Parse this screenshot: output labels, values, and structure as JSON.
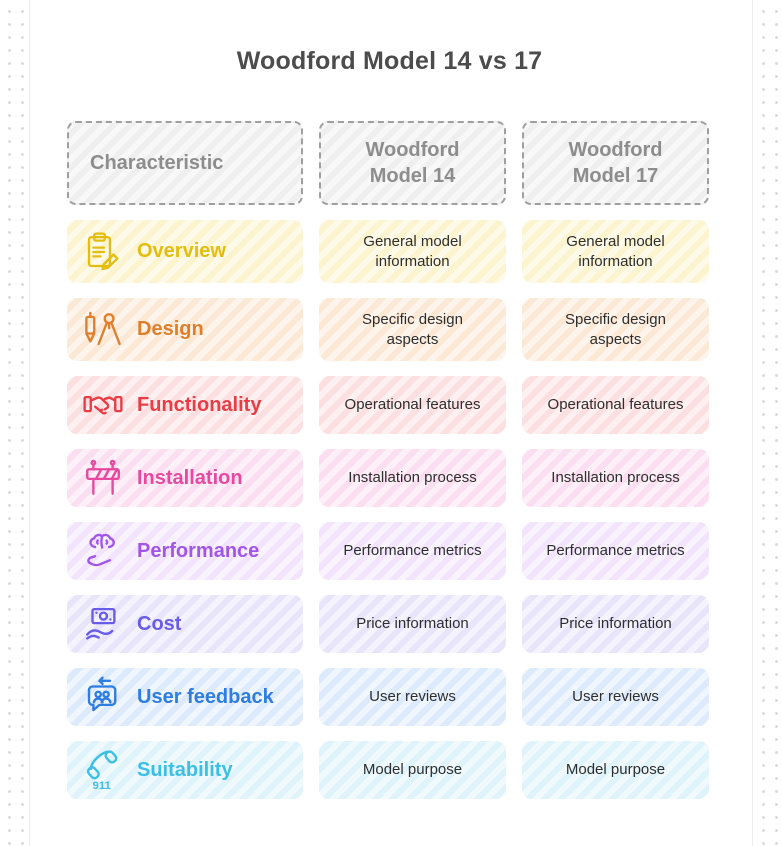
{
  "page": {
    "title": "Woodford Model 14 vs 17"
  },
  "table": {
    "header": {
      "characteristic": "Characteristic",
      "model14": "Woodford Model 14",
      "model17": "Woodford Model 17",
      "text_color": "#8d8d8d",
      "bg": "#efefef",
      "border_color": "#9f9f9f"
    },
    "rows": [
      {
        "label": "Overview",
        "icon": "clipboard-pencil-icon",
        "color": "#e3bd10",
        "bg": "#fcf4cf",
        "cells": [
          "General model information",
          "General model information"
        ]
      },
      {
        "label": "Design",
        "icon": "drafting-compass-icon",
        "color": "#df7f2b",
        "bg": "#fbe9d6",
        "cells": [
          "Specific design aspects",
          "Specific design aspects"
        ]
      },
      {
        "label": "Functionality",
        "icon": "handshake-icon",
        "color": "#e93c44",
        "bg": "#fcdfe1",
        "cells": [
          "Operational features",
          "Operational features"
        ]
      },
      {
        "label": "Installation",
        "icon": "barricade-icon",
        "color": "#e549a0",
        "bg": "#fbdeef",
        "cells": [
          "Installation process",
          "Installation process"
        ]
      },
      {
        "label": "Performance",
        "icon": "brain-hand-icon",
        "color": "#a156e8",
        "bg": "#f2e4fc",
        "cells": [
          "Performance metrics",
          "Performance metrics"
        ]
      },
      {
        "label": "Cost",
        "icon": "money-hand-icon",
        "color": "#685ce8",
        "bg": "#e8e5fb",
        "cells": [
          "Price information",
          "Price information"
        ]
      },
      {
        "label": "User feedback",
        "icon": "chat-users-icon",
        "color": "#2e7de0",
        "bg": "#dceafb",
        "cells": [
          "User reviews",
          "User reviews"
        ]
      },
      {
        "label": "Suitability",
        "icon": "phone-911-icon",
        "color": "#3cbfe4",
        "bg": "#def3fa",
        "icon_text": "911",
        "cells": [
          "Model purpose",
          "Model purpose"
        ]
      }
    ]
  }
}
